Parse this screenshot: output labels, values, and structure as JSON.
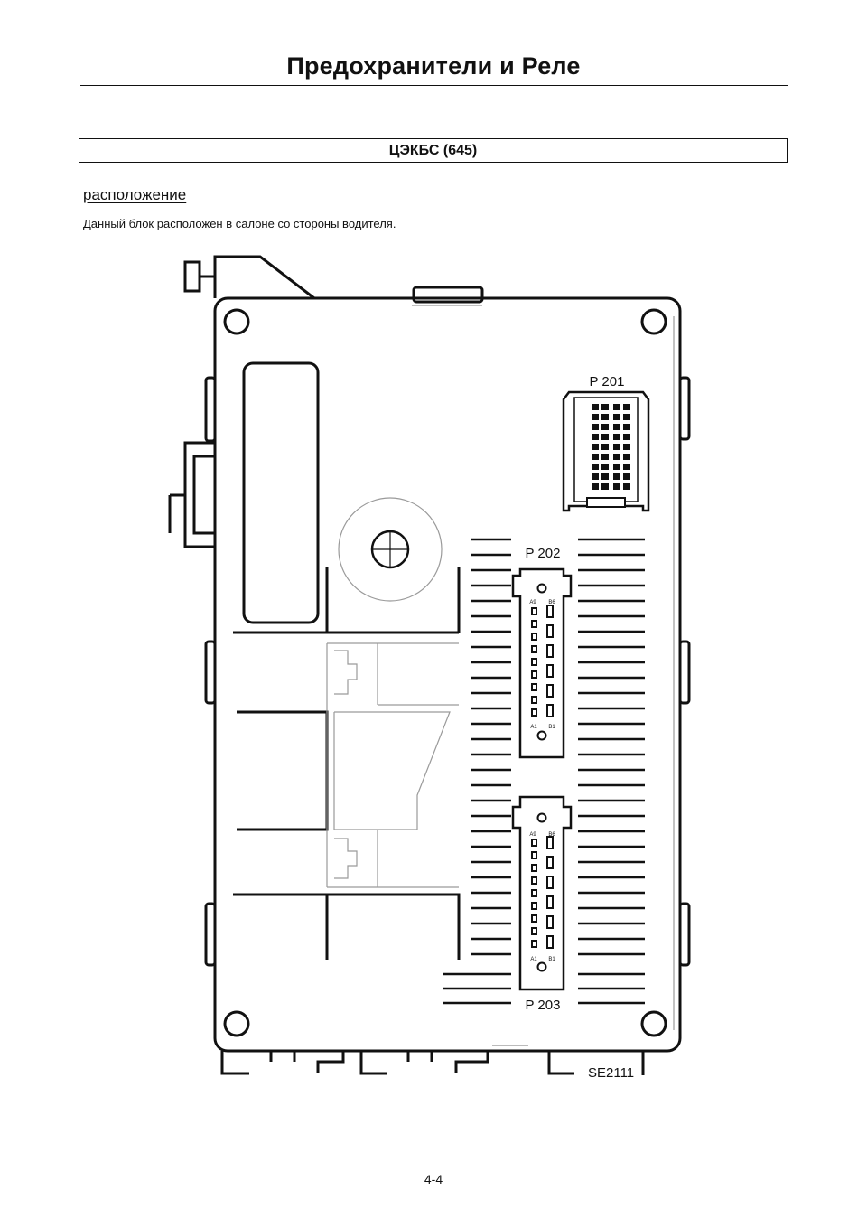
{
  "header": {
    "title": "Предохранители и Реле"
  },
  "section": {
    "title": "ЦЭКБС (645)",
    "subheading": "расположение",
    "description": "Данный блок расположен в салоне со стороны водителя."
  },
  "diagram": {
    "connectors": [
      {
        "label": "P 201"
      },
      {
        "label": "P 202",
        "pin_top_left": "A9",
        "pin_top_right": "B6",
        "pin_bottom_left": "A1",
        "pin_bottom_right": "B1"
      },
      {
        "label": "P 203",
        "pin_top_left": "A9",
        "pin_top_right": "B6",
        "pin_bottom_left": "A1",
        "pin_bottom_right": "B1"
      }
    ],
    "reference_code": "SE2111"
  },
  "footer": {
    "page_number": "4-4"
  }
}
